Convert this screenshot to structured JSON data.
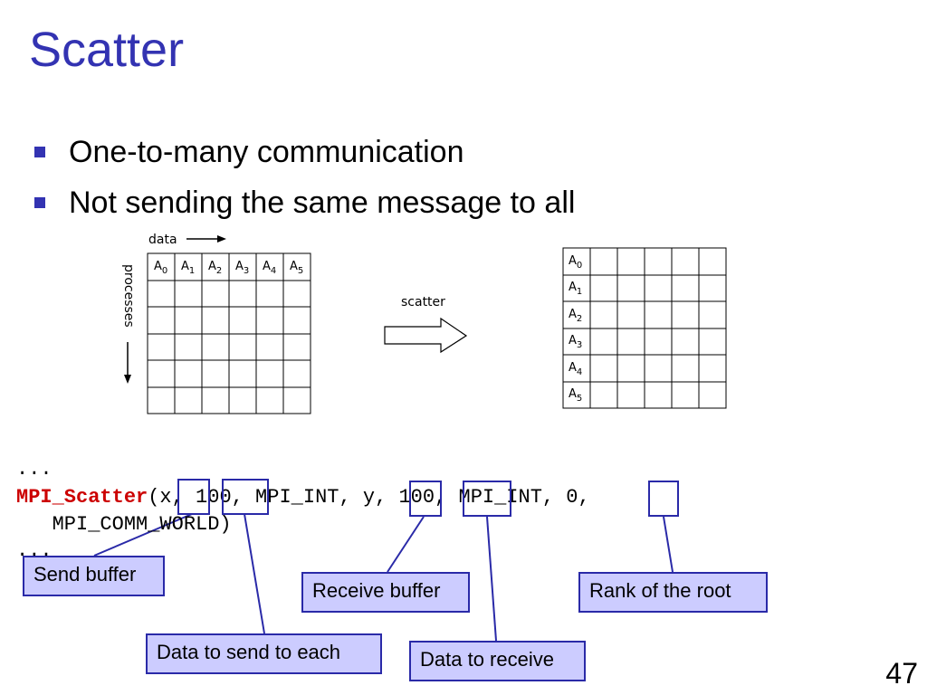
{
  "slide": {
    "title": "Scatter",
    "bullets": [
      "One-to-many communication",
      "Not sending the same message to all"
    ],
    "page_number": "47"
  },
  "diagram": {
    "data_label": "data",
    "processes_label": "processes",
    "arrow_label": "scatter",
    "cells": [
      {
        "letter": "A",
        "sub": "0"
      },
      {
        "letter": "A",
        "sub": "1"
      },
      {
        "letter": "A",
        "sub": "2"
      },
      {
        "letter": "A",
        "sub": "3"
      },
      {
        "letter": "A",
        "sub": "4"
      },
      {
        "letter": "A",
        "sub": "5"
      }
    ]
  },
  "code": {
    "ellipsis_top": "...",
    "function_name": "MPI_Scatter",
    "line1_args": "(x, 100, MPI_INT, y, 100, MPI_INT, 0,",
    "line2": "   MPI_COMM_WORLD)",
    "ellipsis_bottom": "..."
  },
  "callouts": {
    "send_buffer": "Send buffer",
    "receive_buffer": "Receive buffer",
    "rank_of_root": "Rank of the root",
    "data_to_send": "Data to send to each",
    "data_to_receive": "Data to receive"
  },
  "colors": {
    "title": "#3333b2",
    "function": "#cc0000",
    "callout_fill": "#ccccff",
    "callout_border": "#2a2aa8"
  }
}
